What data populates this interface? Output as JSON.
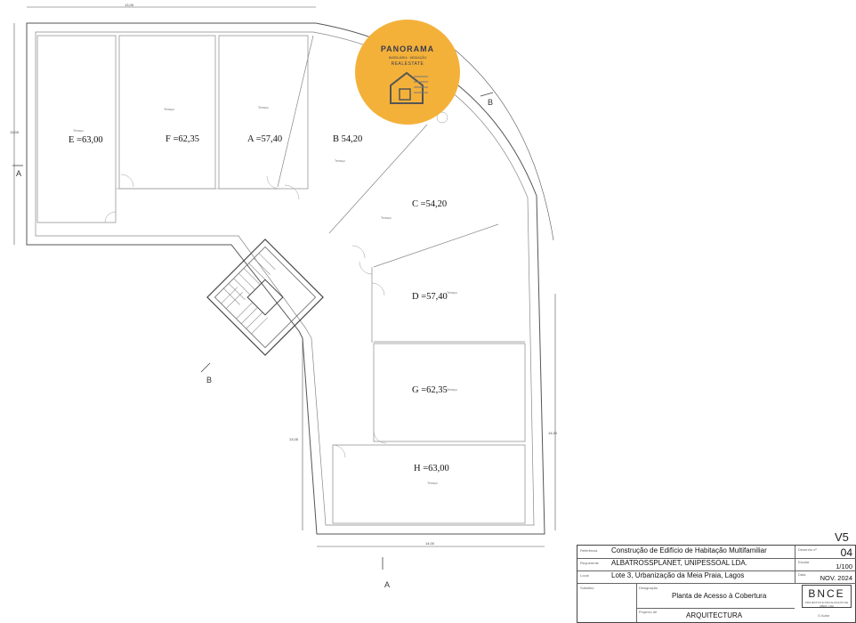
{
  "units": [
    {
      "id": "E",
      "label": "E =63,00",
      "sub": "Terraço"
    },
    {
      "id": "F",
      "label": "F =62,35",
      "sub": "Terraço"
    },
    {
      "id": "A",
      "label": "A =57,40",
      "sub": "Terraço"
    },
    {
      "id": "B",
      "label": "B 54,20",
      "sub": "Terraço"
    },
    {
      "id": "C",
      "label": "C =54,20",
      "sub": "Terraço"
    },
    {
      "id": "D",
      "label": "D =57,40",
      "sub": "Terraço"
    },
    {
      "id": "G",
      "label": "G =62,35",
      "sub": "Terraço"
    },
    {
      "id": "H",
      "label": "H =63,00",
      "sub": "Terraço"
    }
  ],
  "sections": {
    "a": "A",
    "b": "B"
  },
  "dimensions": {
    "top": "13,05",
    "left": "13,05",
    "bottom": "14,00",
    "right": "14,00",
    "right_mid": "13,05"
  },
  "logo": {
    "title": "PANORAMA",
    "subtitle": "IMOBILIÁRIA · MEDIAÇÃO",
    "brand": "REALESTATE"
  },
  "title_block": {
    "version": "V5",
    "rows": [
      {
        "key": "Referência",
        "value": "Construção de Edifício de Habitação Multifamiliar"
      },
      {
        "key": "Requerente",
        "value": "ALBATROSSPLANET, UNIPESSOAL LDA."
      },
      {
        "key": "Local",
        "value": "Lote 3, Urbanização da Meia Praia, Lagos"
      }
    ],
    "drawing_no_key": "Desenho nº",
    "drawing_no": "04",
    "scale_key": "Escala",
    "scale": "1/100",
    "date_key": "Data",
    "date": "NOV. 2024",
    "substitute_key": "Substitui",
    "designation_key": "Designação",
    "designation": "Planta de Acesso à Cobertura",
    "project_key": "Projecto de",
    "project": "ARQUITECTURA",
    "author_key": "O Autor",
    "company": "BNCE",
    "company_sub": "PROJECTOS E FISCALIZAÇÃO DE OBRA, LDA"
  },
  "colors": {
    "logo": "#f4b13a",
    "walls": "#555555"
  }
}
